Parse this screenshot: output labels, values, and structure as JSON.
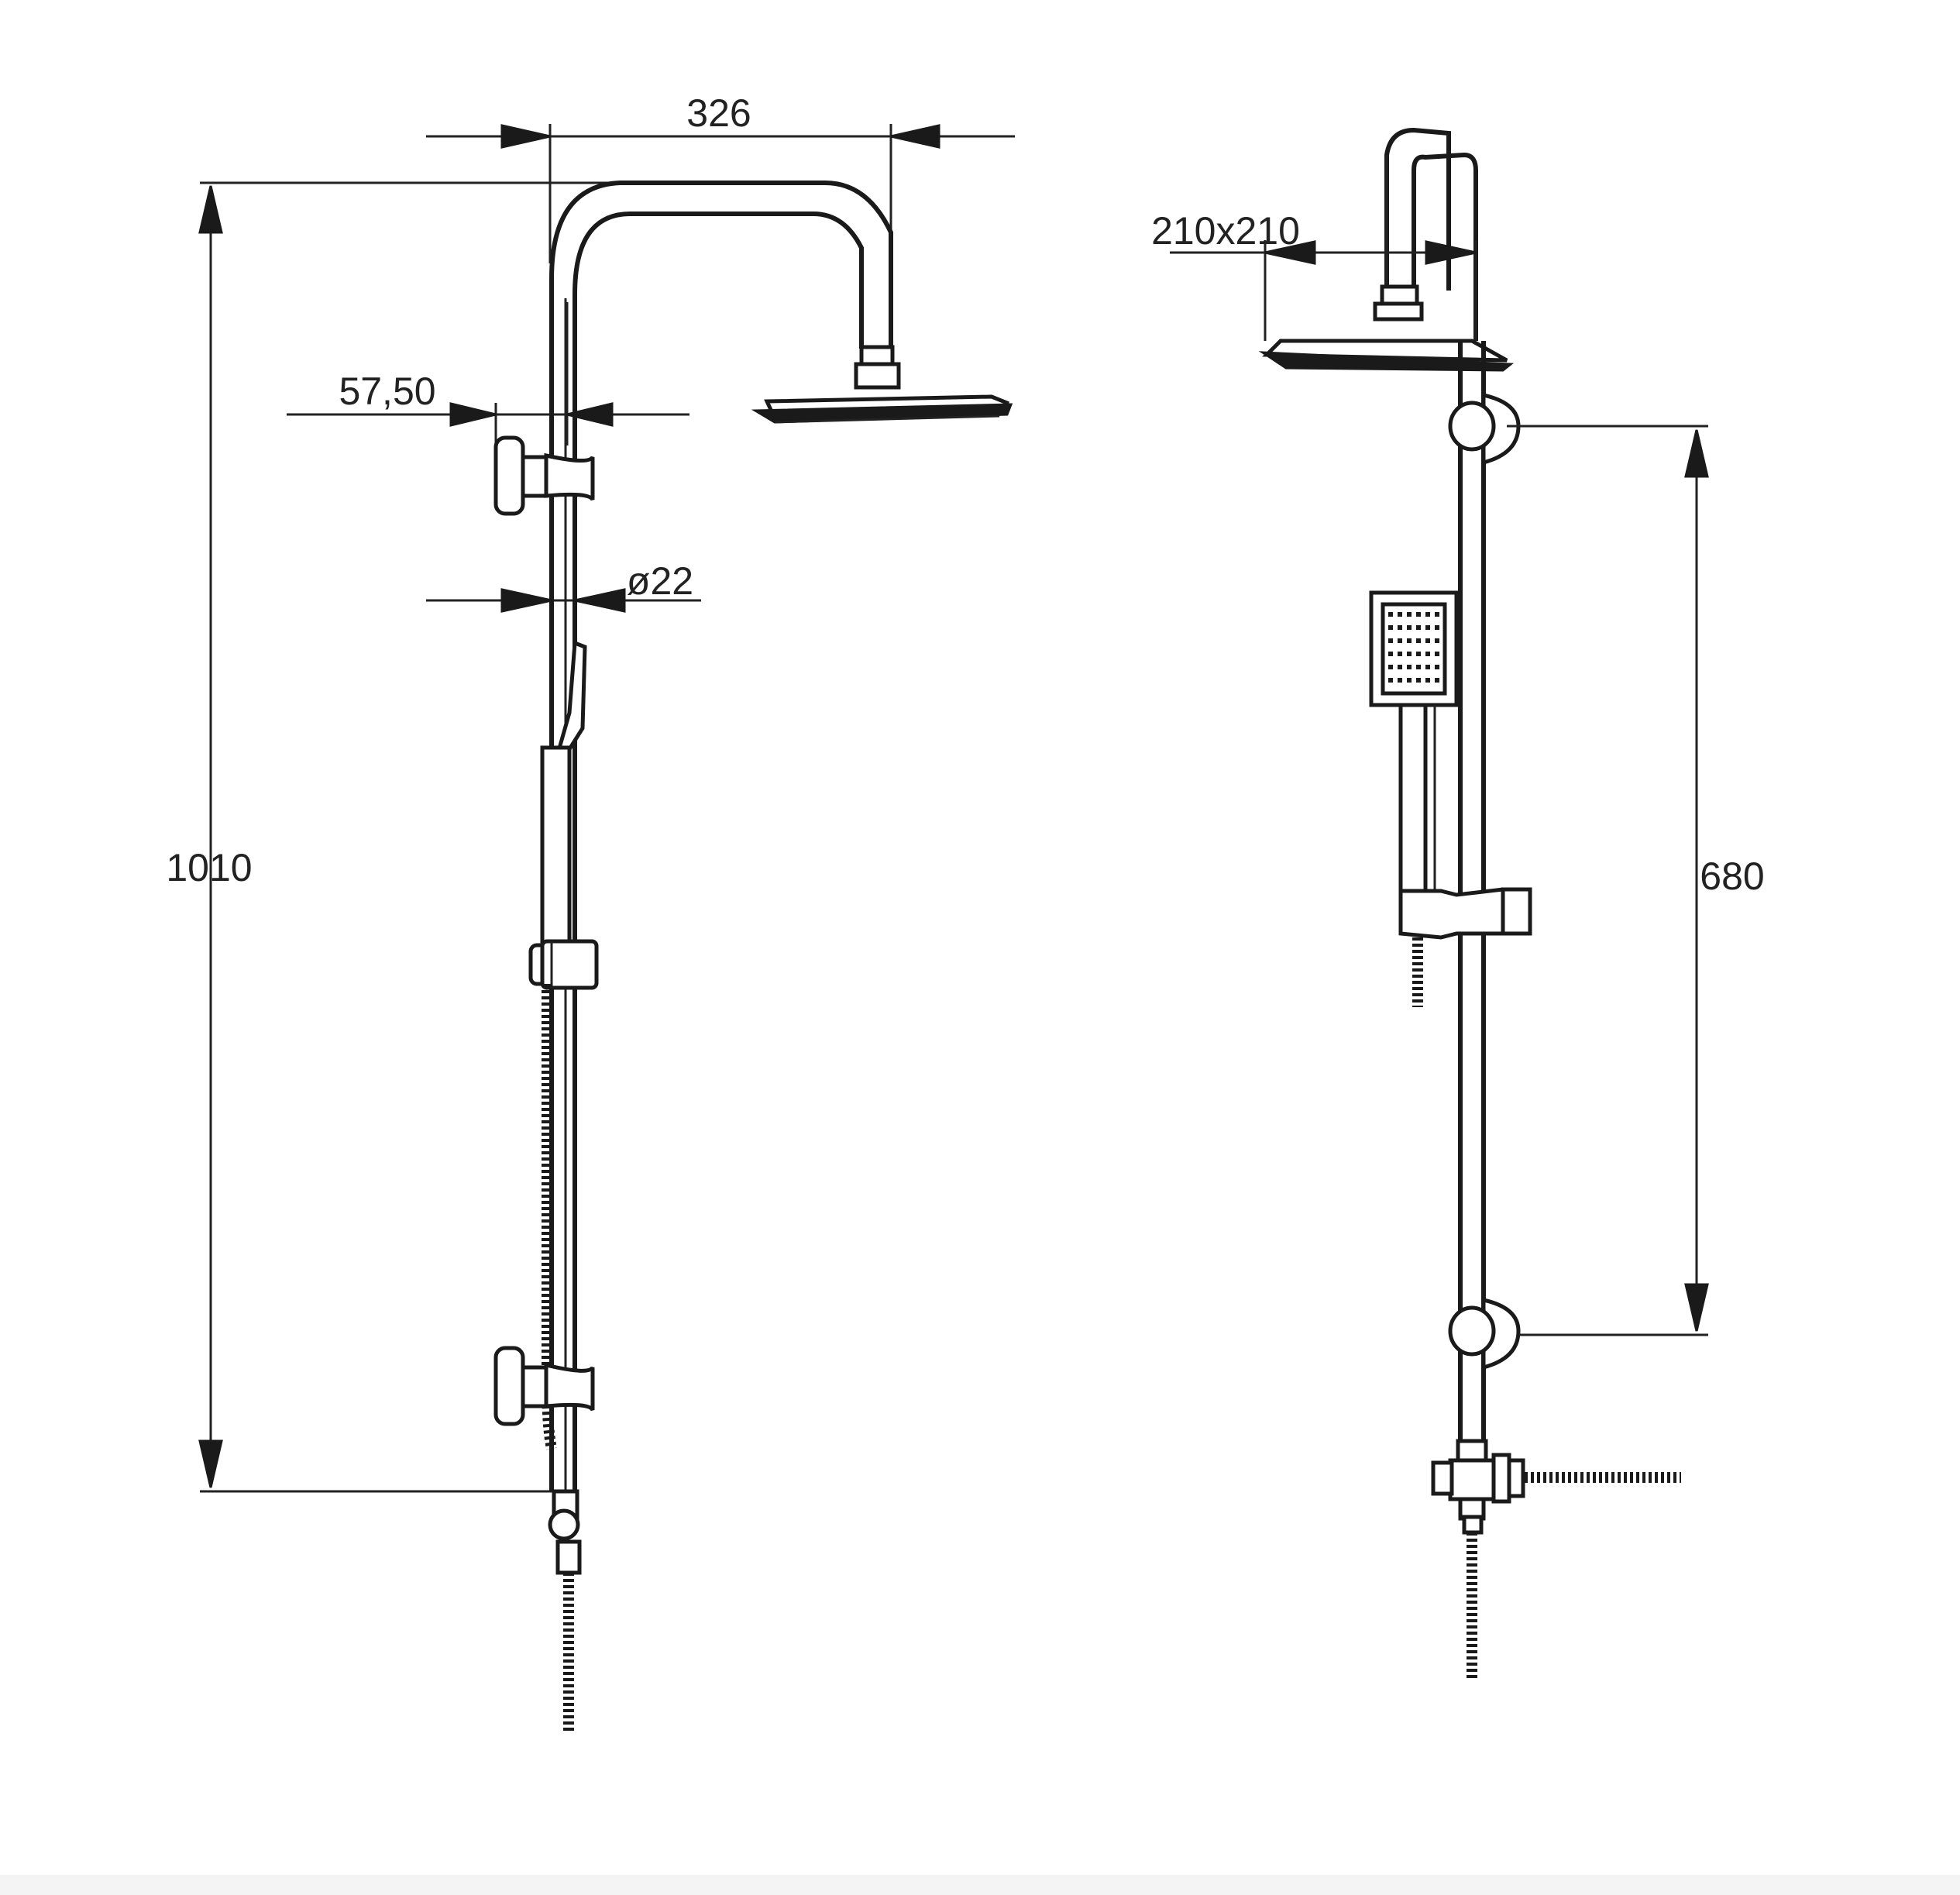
{
  "dimensions": {
    "arm_projection": "326",
    "total_height": "1010",
    "wall_offset": "57,50",
    "rail_diameter": "ø22",
    "head_size": "210x210",
    "bracket_spacing": "680"
  },
  "colors": {
    "line": "#1a1a1a",
    "background": "#ffffff"
  }
}
